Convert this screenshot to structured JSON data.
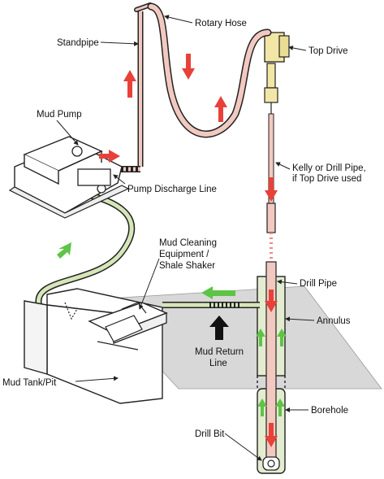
{
  "labels": {
    "rotary_hose": "Rotary Hose",
    "standpipe": "Standpipe",
    "top_drive": "Top Drive",
    "mud_pump": "Mud Pump",
    "kelly_line1": "Kelly or Drill Pipe,",
    "kelly_line2": "if Top Drive used",
    "pump_discharge": "Pump Discharge Line",
    "cleaning_line1": "Mud Cleaning",
    "cleaning_line2": "Equipment /",
    "cleaning_line3": "Shale Shaker",
    "drill_pipe": "Drill Pipe",
    "annulus": "Annulus",
    "return_line1": "Mud Return",
    "return_line2": "Line",
    "mud_tank": "Mud Tank/Pit",
    "borehole": "Borehole",
    "drill_bit": "Drill Bit"
  },
  "colors": {
    "flow_down_arrow": "#e8413a",
    "flow_return_arrow": "#5ec445",
    "return_line_arrow": "#111111",
    "hose_fill": "#f2c9c0",
    "return_pipe_fill": "#d6e6b8",
    "ground": "#d8d8d8",
    "borehole_fill": "#e3ecd0"
  }
}
